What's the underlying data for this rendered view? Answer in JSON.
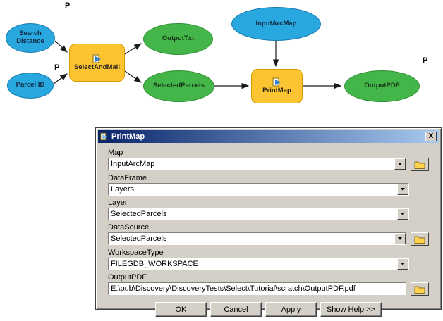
{
  "diagram": {
    "param_label": "P",
    "nodes": {
      "search_distance": "Search Distance",
      "parcel_id": "Parcel ID",
      "select_and_mail": "SelectAndMail",
      "output_txt": "OutputTxt",
      "selected_parcels": "SelectedParcels",
      "input_arc_map": "InputArcMap",
      "print_map": "PrintMap",
      "output_pdf": "OutputPDF"
    },
    "colors": {
      "input_blue": "#29a7df",
      "derived_green": "#44b549",
      "tool_yellow": "#fdc431"
    }
  },
  "dialog": {
    "title": "PrintMap",
    "close_label": "X",
    "fields": [
      {
        "label": "Map",
        "value": "InputArcMap"
      },
      {
        "label": "DataFrame",
        "value": "Layers"
      },
      {
        "label": "Layer",
        "value": "SelectedParcels"
      },
      {
        "label": "DataSource",
        "value": "SelectedParcels"
      },
      {
        "label": "WorkspaceType",
        "value": "FILEGDB_WORKSPACE"
      },
      {
        "label": "OutputPDF",
        "value": "E:\\pub\\Discovery\\DiscoveryTests\\Select\\Tutorial\\scratch\\OutputPDF.pdf"
      }
    ],
    "buttons": [
      {
        "label": "OK"
      },
      {
        "label": "Cancel"
      },
      {
        "label": "Apply"
      },
      {
        "label": "Show Help >>"
      }
    ]
  }
}
